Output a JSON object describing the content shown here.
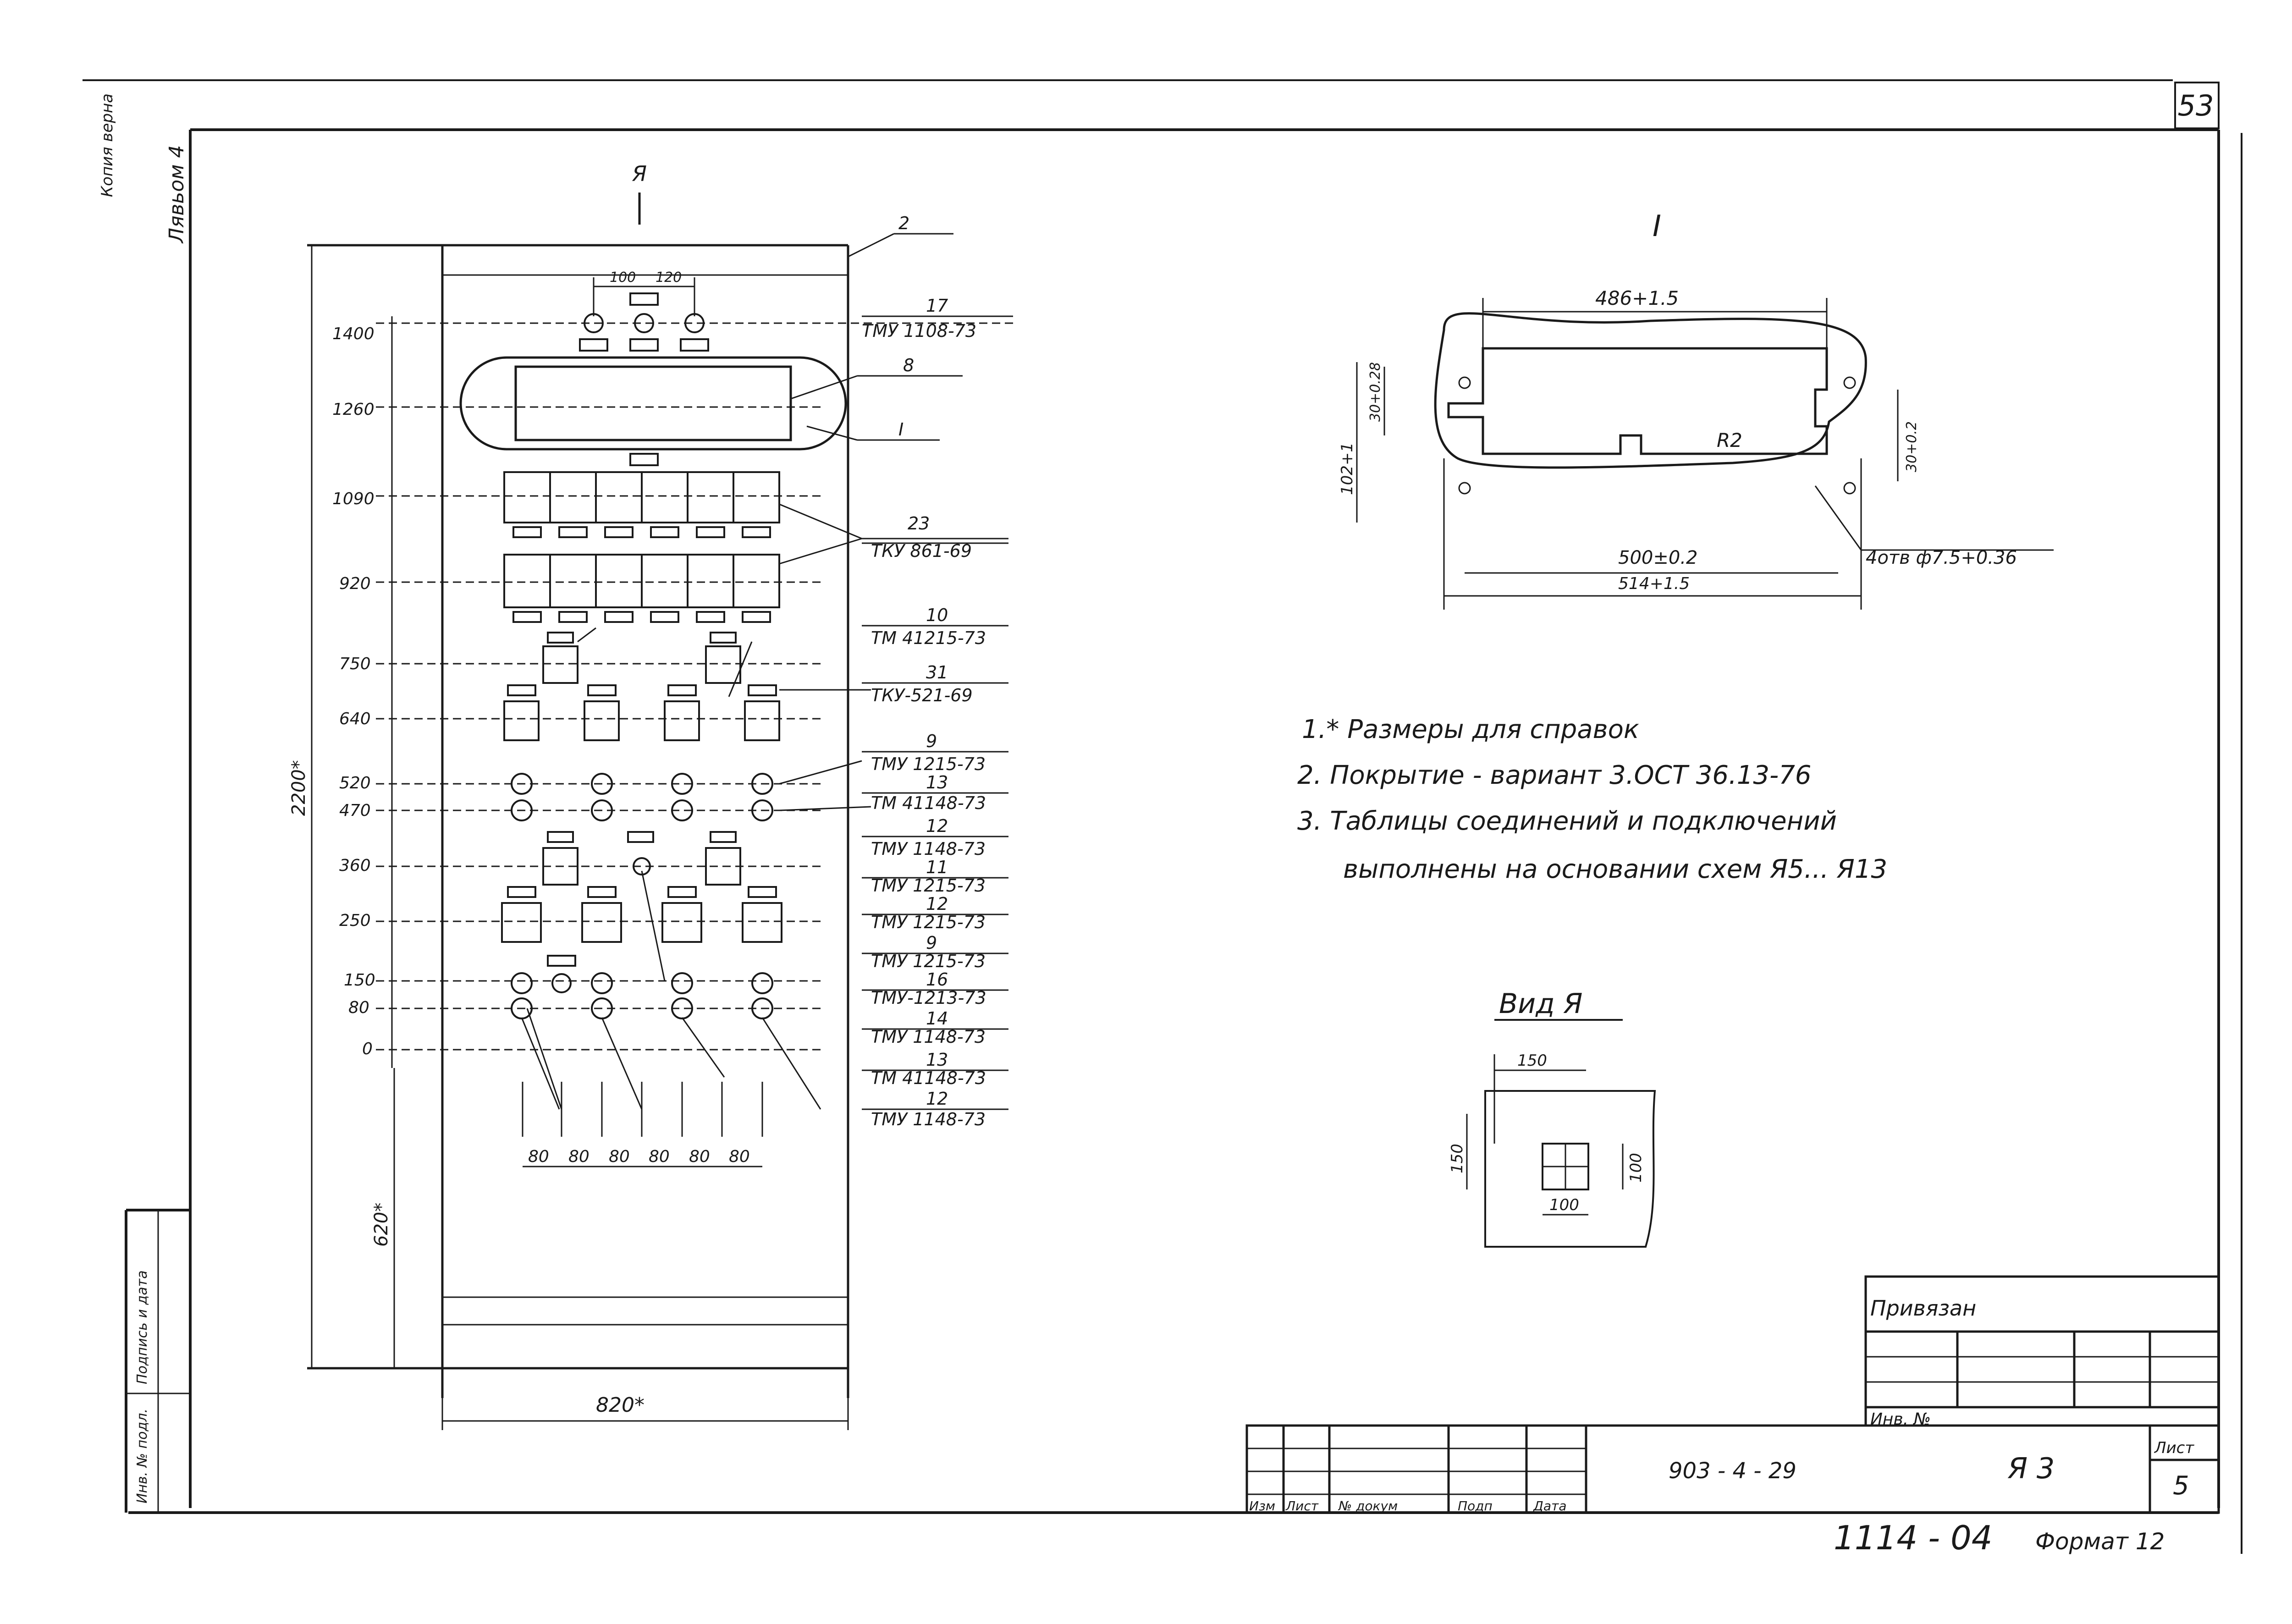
{
  "margin_notes": {
    "copy_note": "Копия верна",
    "author_note": "Лявьом 4",
    "sidebar_cells": [
      "Инв. № подл.",
      "Подпись и дата"
    ]
  },
  "page_number": "53",
  "elevation_marks": [
    "1400",
    "1260",
    "1090",
    "920",
    "750",
    "640",
    "520",
    "470",
    "360",
    "250",
    "150",
    "80",
    "0"
  ],
  "dimensions": {
    "overall_height": "2200*",
    "bottom_height": "620*",
    "overall_width": "820*",
    "top_pitch_1": "100",
    "top_pitch_2": "120",
    "bottom_pitches": [
      "80",
      "80",
      "80",
      "80",
      "80",
      "80"
    ]
  },
  "view_label": "Я",
  "callouts": [
    {
      "num": "2",
      "code": ""
    },
    {
      "num": "17",
      "code": "ТМУ 1108-73"
    },
    {
      "num": "8",
      "code": ""
    },
    {
      "num": "I",
      "code": ""
    },
    {
      "num": "23",
      "code": "ТКУ 861-69"
    },
    {
      "num": "10",
      "code": "ТМ 41215-73"
    },
    {
      "num": "31",
      "code": "ТКУ-521-69"
    },
    {
      "num": "9",
      "code": "ТМУ 1215-73"
    },
    {
      "num": "13",
      "code": "ТМ 41148-73"
    },
    {
      "num": "12",
      "code": "ТМУ 1148-73"
    },
    {
      "num": "11",
      "code": "ТМУ 1215-73"
    },
    {
      "num": "12",
      "code": "ТМУ 1215-73"
    },
    {
      "num": "9",
      "code": "ТМУ 1215-73"
    },
    {
      "num": "16",
      "code": "ТМУ-1213-73"
    },
    {
      "num": "14",
      "code": "ТМУ 1148-73"
    },
    {
      "num": "13",
      "code": "ТМ 41148-73"
    },
    {
      "num": "12",
      "code": "ТМУ 1148-73"
    }
  ],
  "detail_I": {
    "title": "I",
    "dim_top": "486+1.5",
    "dim_left_outer": "102+1",
    "dim_left_inner": "30+0.28",
    "dim_right": "30+0.2",
    "radius": "R2",
    "dim_bottom_inner": "500±0.2",
    "dim_bottom_outer": "514+1.5",
    "holes": "4отв ф7.5+0.36"
  },
  "notes": [
    "1.* Размеры для справок",
    "2. Покрытие - вариант 3.ОСТ 36.13-76",
    "3. Таблицы соединений и подключений",
    "выполнены на основании схем Я5... Я13"
  ],
  "view_A": {
    "title": "Вид Я",
    "dim_top": "150",
    "dim_left": "150",
    "dim_right": "100",
    "dim_bottom": "100"
  },
  "title_block": {
    "privyazan": "Привязан",
    "inv_no": "Инв. №",
    "doc_code": "903 - 4 - 29",
    "sheet_code": "Я 3",
    "list_label": "Лист",
    "list_no": "5",
    "col_headers": [
      "Изм",
      "Лист",
      "№ докум",
      "Подп",
      "Дата"
    ]
  },
  "footer": {
    "archive_no": "1114 - 04",
    "format": "Формат 12"
  }
}
